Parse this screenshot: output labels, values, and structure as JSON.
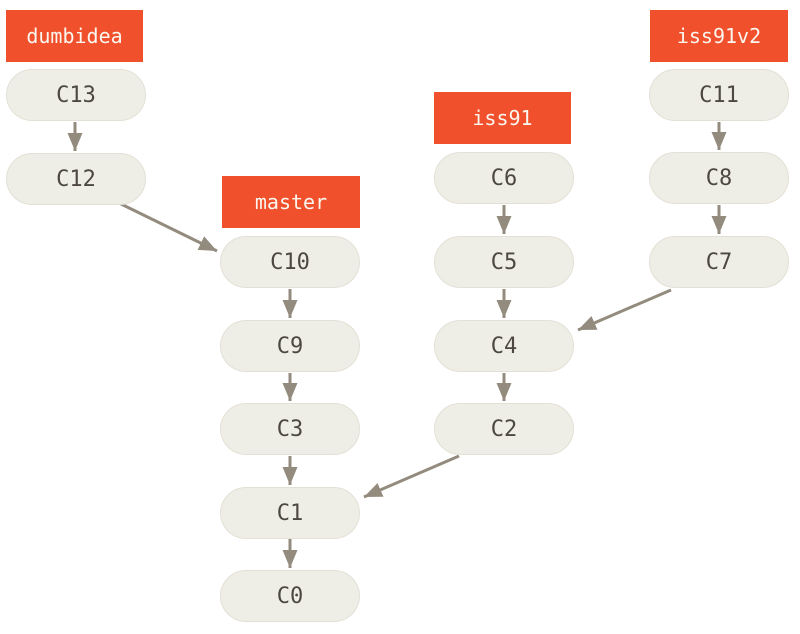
{
  "figure": {
    "type": "git-commit-graph",
    "description": "Git history with multiple topic branches"
  },
  "colors": {
    "background": "#ffffff",
    "branch_label_bg": "#f0502c",
    "branch_label_text": "#fbf7f0",
    "commit_fill": "#efeee6",
    "commit_border": "#e3e1d6",
    "commit_text": "#4c4840",
    "arrow": "#938b7e"
  },
  "branches": {
    "dumbidea": {
      "label": "dumbidea"
    },
    "master": {
      "label": "master"
    },
    "iss91": {
      "label": "iss91"
    },
    "iss91v2": {
      "label": "iss91v2"
    }
  },
  "commits": {
    "c0": {
      "label": "C0"
    },
    "c1": {
      "label": "C1"
    },
    "c2": {
      "label": "C2"
    },
    "c3": {
      "label": "C3"
    },
    "c4": {
      "label": "C4"
    },
    "c5": {
      "label": "C5"
    },
    "c6": {
      "label": "C6"
    },
    "c7": {
      "label": "C7"
    },
    "c8": {
      "label": "C8"
    },
    "c9": {
      "label": "C9"
    },
    "c10": {
      "label": "C10"
    },
    "c11": {
      "label": "C11"
    },
    "c12": {
      "label": "C12"
    },
    "c13": {
      "label": "C13"
    }
  },
  "branch_heads": [
    {
      "branch": "dumbidea",
      "commit": "C13"
    },
    {
      "branch": "master",
      "commit": "C10"
    },
    {
      "branch": "iss91",
      "commit": "C6"
    },
    {
      "branch": "iss91v2",
      "commit": "C11"
    }
  ],
  "edges": [
    {
      "from": "C13",
      "to": "C12"
    },
    {
      "from": "C12",
      "to": "C10"
    },
    {
      "from": "C10",
      "to": "C9"
    },
    {
      "from": "C9",
      "to": "C3"
    },
    {
      "from": "C3",
      "to": "C1"
    },
    {
      "from": "C1",
      "to": "C0"
    },
    {
      "from": "C6",
      "to": "C5"
    },
    {
      "from": "C5",
      "to": "C4"
    },
    {
      "from": "C4",
      "to": "C2"
    },
    {
      "from": "C2",
      "to": "C1"
    },
    {
      "from": "C11",
      "to": "C8"
    },
    {
      "from": "C8",
      "to": "C7"
    },
    {
      "from": "C7",
      "to": "C4"
    }
  ]
}
